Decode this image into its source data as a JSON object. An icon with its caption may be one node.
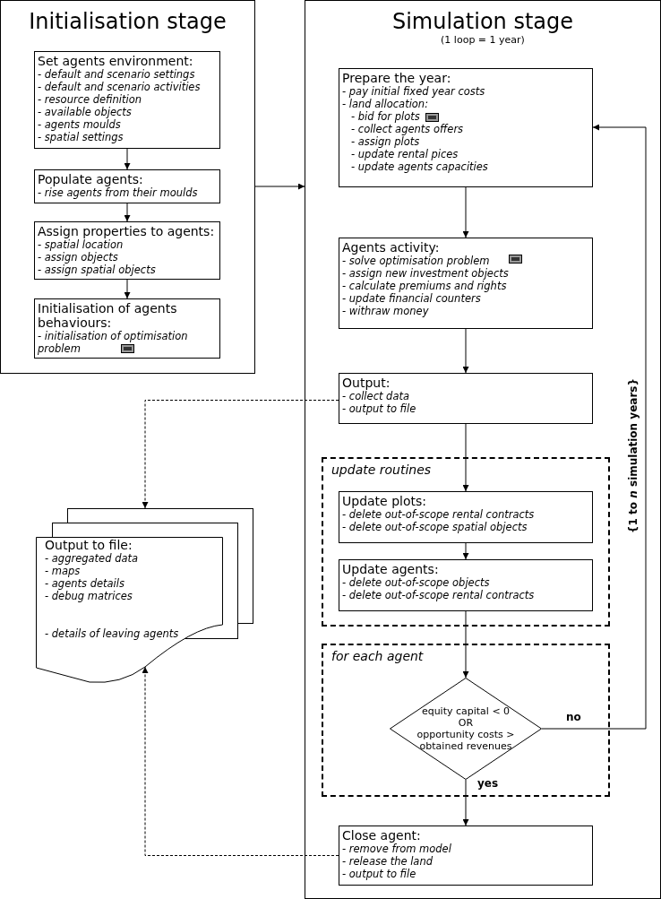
{
  "diagram": {
    "nodes": [
      {
        "text": [
          "Initialisation stage"
        ]
      },
      {
        "text": [
          "Set agents environment:",
          "- default and scenario settings",
          "- default and scenario activities",
          "- resource definition",
          "- available objects",
          "- agents moulds",
          "- spatial settings"
        ],
        "in": 0
      },
      {
        "text": [
          "Populate agents:",
          "- rise agents from their moulds"
        ],
        "in": 0
      },
      {
        "text": [
          "Assign properties to agents:",
          "- spatial location",
          "- assign objects",
          "- assign spatial objects"
        ],
        "in": 0
      },
      {
        "text": [
          "Initialisation of agents behaviours:",
          "- initialisation of optimisation problem"
        ],
        "in": 0
      },
      {
        "text": [
          "Simulation stage",
          "(1 loop = 1 year)"
        ]
      },
      {
        "text": [
          "Prepare the year:",
          "- pay initial fixed year costs",
          "- land allocation:",
          "- bid for plots",
          "- collect agents offers",
          "- assign plots",
          "- update rental pices",
          "- update agents capacities"
        ],
        "in": 5
      },
      {
        "text": [
          "Agents activity:",
          "- solve optimisation problem",
          "- assign new investment objects",
          "- calculate premiums and rights",
          "- update financial counters",
          "- withraw money"
        ],
        "in": 5
      },
      {
        "text": [
          "Output:",
          "- collect data",
          "- output to file"
        ],
        "in": 5
      },
      {
        "text": [
          "update routines"
        ],
        "in": 5
      },
      {
        "text": [
          "Update plots:",
          "- delete out-of-scope rental contracts",
          "- delete out-of-scope spatial objects"
        ],
        "in": 9
      },
      {
        "text": [
          "Update agents:",
          "- delete out-of-scope objects",
          "- delete out-of-scope rental contracts"
        ],
        "in": 9
      },
      {
        "text": [
          "for each agent"
        ],
        "in": 5
      },
      {
        "text": [
          "equity capital < 0",
          "OR",
          "opportunity costs > obtained revenues"
        ],
        "in": 12
      },
      {
        "text": [
          "Close agent:",
          "- remove from model",
          "- release the land",
          "- output to file"
        ],
        "in": 5
      },
      {
        "text": [
          "Output to file:",
          "- aggregated data",
          "- maps",
          "- agents details",
          "- debug matrices",
          "- details of leaving agents"
        ]
      }
    ],
    "edges": [
      {
        "from": 1,
        "to": 2,
        "arrow": "to"
      },
      {
        "from": 2,
        "to": 3,
        "arrow": "to"
      },
      {
        "from": 3,
        "to": 4,
        "arrow": "to"
      },
      {
        "from": 0,
        "to": 5,
        "arrow": "to"
      },
      {
        "from": 6,
        "to": 7,
        "arrow": "to"
      },
      {
        "from": 7,
        "to": 8,
        "arrow": "to"
      },
      {
        "from": 8,
        "to": 10,
        "arrow": "to"
      },
      {
        "from": 10,
        "to": 11,
        "arrow": "to"
      },
      {
        "from": 11,
        "to": 13,
        "arrow": "to"
      },
      {
        "from": 13,
        "to": 6,
        "arrow": "to",
        "label": "no"
      },
      {
        "from": 13,
        "to": 14,
        "arrow": "to",
        "label": "yes"
      },
      {
        "from": 8,
        "to": 15,
        "arrow": "to",
        "style": "dashed"
      },
      {
        "from": 14,
        "to": 15,
        "arrow": "to",
        "style": "dashed"
      }
    ],
    "labels": [
      "{1 to *n* simulation years}"
    ]
  }
}
